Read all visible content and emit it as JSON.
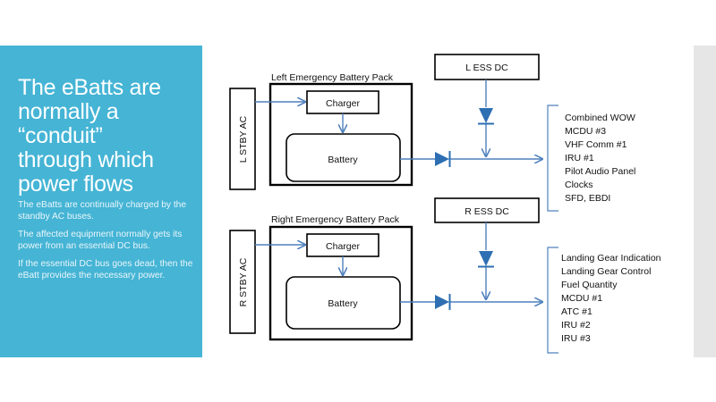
{
  "slide": {
    "title_lines": [
      "The eBatts are",
      "normally a",
      "“conduit”",
      "through which",
      "power flows"
    ],
    "bullets": [
      "The eBatts are continually charged by the standby AC buses.",
      "The affected equipment normally gets its power from an essential DC bus.",
      "If the essential DC bus goes dead, then the eBatt provides the necessary power."
    ]
  },
  "diagram": {
    "top": {
      "pack_label": "Left Emergency Battery Pack",
      "ac_bus_label": "L STBY AC",
      "charger_label": "Charger",
      "battery_label": "Battery",
      "dc_bus_label": "L ESS DC",
      "equipment": [
        "Combined WOW",
        "MCDU #3",
        "VHF Comm #1",
        "IRU #1",
        "Pilot Audio Panel",
        "Clocks",
        "SFD, EBDI"
      ]
    },
    "bottom": {
      "pack_label": "Right Emergency Battery Pack",
      "ac_bus_label": "R STBY AC",
      "charger_label": "Charger",
      "battery_label": "Battery",
      "dc_bus_label": "R ESS DC",
      "equipment": [
        "Landing Gear Indication",
        "Landing Gear Control",
        "Fuel Quantity",
        "MCDU #1",
        "ATC #1",
        "IRU #2",
        "IRU #3"
      ]
    }
  },
  "colors": {
    "panel": "#45b4d5",
    "wire": "#4f81bd",
    "diode": "#2e6fb3",
    "strip": "#e6e6e6"
  }
}
